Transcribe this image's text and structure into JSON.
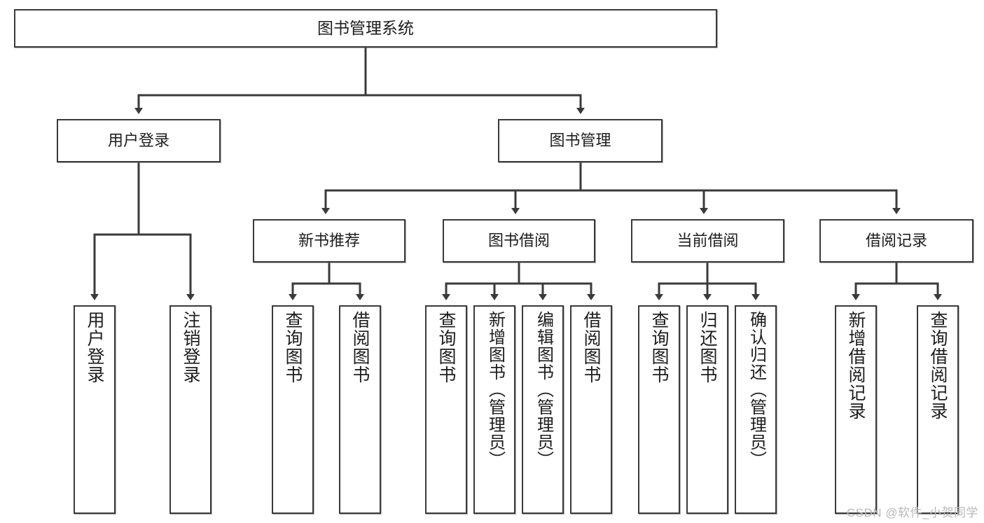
{
  "diagram": {
    "title": "图书管理系统",
    "type": "tree-hierarchy",
    "watermark": "CSDN @软件_小贺同学",
    "colors": {
      "background": "#ffffff",
      "box_border": "#3a3a3a",
      "box_fill": "#ffffff",
      "connector": "#3a3a3a",
      "text": "#1d1d1d",
      "watermark": "#b9b9b9"
    },
    "nodes": {
      "root": {
        "label": "图书管理系统"
      },
      "level2": [
        {
          "id": "user-login",
          "label": "用户登录"
        },
        {
          "id": "book-manage",
          "label": "图书管理"
        }
      ],
      "level3": [
        {
          "id": "new-book-recommend",
          "label": "新书推荐"
        },
        {
          "id": "book-borrow",
          "label": "图书借阅"
        },
        {
          "id": "current-borrow",
          "label": "当前借阅"
        },
        {
          "id": "borrow-record",
          "label": "借阅记录"
        }
      ],
      "leaves": {
        "user-login": [
          {
            "id": "leaf-user-login",
            "label": "用户登录"
          },
          {
            "id": "leaf-user-logout",
            "label": "注销登录"
          }
        ],
        "new-book-recommend": [
          {
            "id": "leaf-query-book-1",
            "label": "查询图书"
          },
          {
            "id": "leaf-borrow-book-1",
            "label": "借阅图书"
          }
        ],
        "book-borrow": [
          {
            "id": "leaf-query-book-2",
            "label": "查询图书"
          },
          {
            "id": "leaf-add-book",
            "label": "新增图书（管理员）"
          },
          {
            "id": "leaf-edit-book",
            "label": "编辑图书（管理员）"
          },
          {
            "id": "leaf-borrow-book-2",
            "label": "借阅图书"
          }
        ],
        "current-borrow": [
          {
            "id": "leaf-query-book-3",
            "label": "查询图书"
          },
          {
            "id": "leaf-return-book",
            "label": "归还图书"
          },
          {
            "id": "leaf-confirm-return",
            "label": "确认归还（管理员）"
          }
        ],
        "borrow-record": [
          {
            "id": "leaf-add-record",
            "label": "新增借阅记录"
          },
          {
            "id": "leaf-query-record",
            "label": "查询借阅记录"
          }
        ]
      }
    }
  }
}
